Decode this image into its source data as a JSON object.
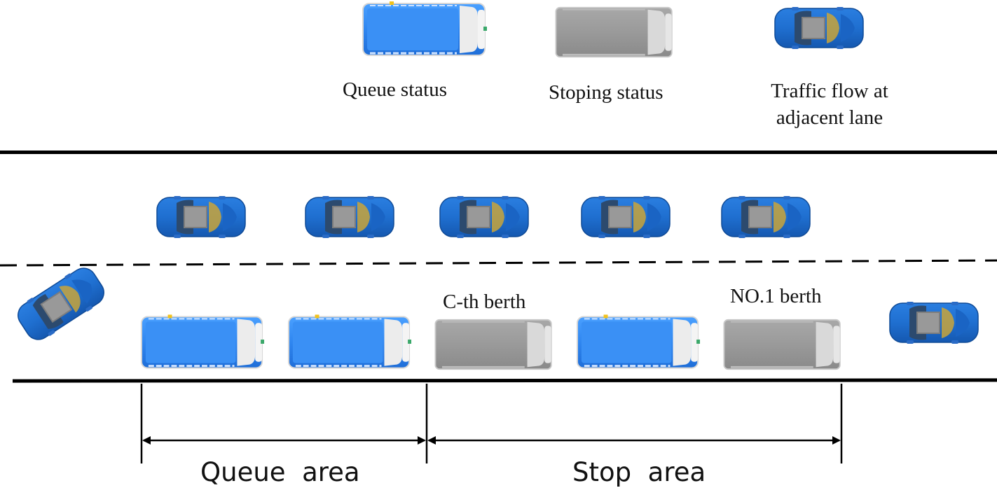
{
  "legend": {
    "queue": "Queue status",
    "stop": "Stoping status",
    "flow_line1": "Traffic flow at",
    "flow_line2": "adjacent lane"
  },
  "berths": {
    "c_th": "C-th berth",
    "no1": "NO.1 berth"
  },
  "areas": {
    "queue": "Queue  area",
    "stop": "Stop  area"
  },
  "colors": {
    "queue_bus": "#2f86f0",
    "stopped_bus": "#9a9a9a",
    "car": "#1f6fd0",
    "road_line": "#000000"
  }
}
